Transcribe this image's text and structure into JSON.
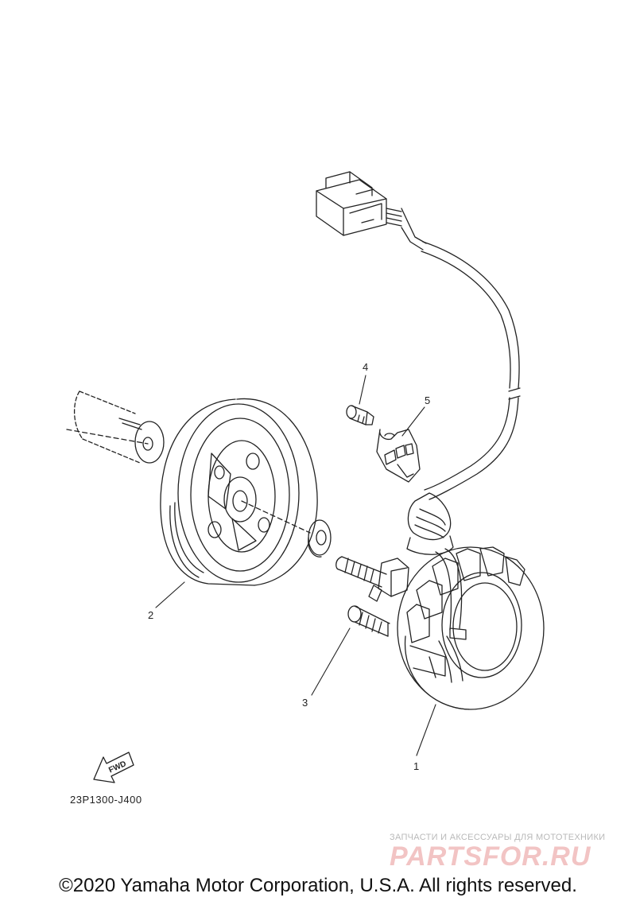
{
  "callouts": {
    "c1": "1",
    "c2": "2",
    "c3": "3",
    "c4": "4",
    "c5": "5"
  },
  "fwd_label": "FWD",
  "drawing_code": "23P1300-J400",
  "watermark": {
    "tagline": "ЗАПЧАСТИ И АКСЕССУАРЫ ДЛЯ МОТОТЕХНИКИ",
    "logo": "PARTSFOR.RU"
  },
  "copyright": "©2020 Yamaha Motor Corporation, U.S.A. All rights reserved.",
  "colors": {
    "line": "#222222",
    "watermark_logo": "#f2c4c4",
    "watermark_text": "#b9b9b9"
  }
}
